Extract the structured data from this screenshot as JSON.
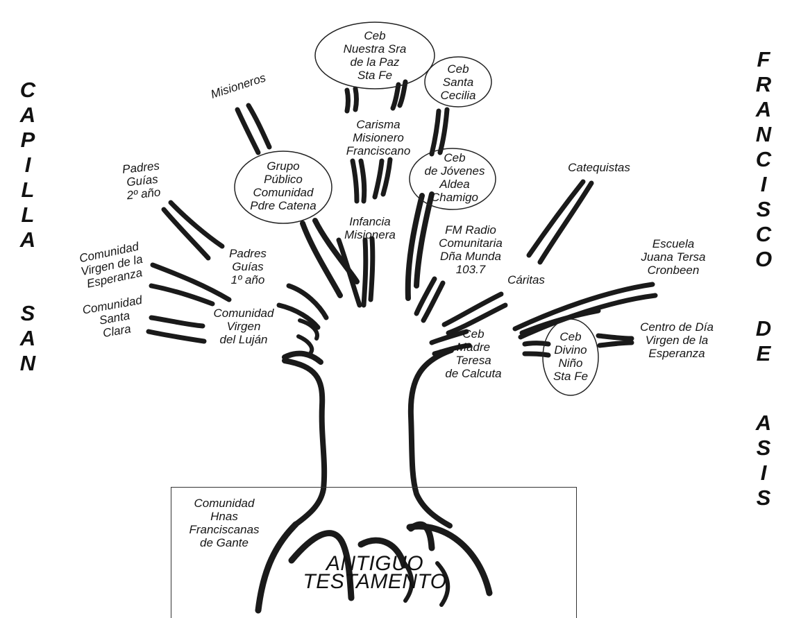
{
  "side_left": [
    "C",
    "A",
    "P",
    "I",
    "L",
    "L",
    "A",
    " ",
    "S",
    "A",
    "N"
  ],
  "side_right": [
    "F",
    "R",
    "A",
    "N",
    "C",
    "I",
    "S",
    "C",
    "O",
    " ",
    "D",
    "E",
    " ",
    "A",
    "S",
    "I",
    "S"
  ],
  "base": {
    "line1": "ANTIGUO",
    "line2": "TESTAMENTO"
  },
  "labels": {
    "ceb_nuestra_sra": [
      "Ceb",
      "Nuestra Sra",
      "de la Paz",
      "Sta Fe"
    ],
    "ceb_santa_cecilia": [
      "Ceb",
      "Santa",
      "Cecilia"
    ],
    "misioneros": [
      "Misioneros"
    ],
    "carisma": [
      "Carisma",
      "Misionero",
      "Franciscano"
    ],
    "ceb_jovenes": [
      "Ceb",
      "de Jóvenes",
      "Aldea",
      "Chamigo"
    ],
    "grupo_publico": [
      "Grupo",
      "Público",
      "Comunidad",
      "Pdre Catena"
    ],
    "padres_guias_2": [
      "Padres",
      "Guías",
      "2º año"
    ],
    "catequistas": [
      "Catequistas"
    ],
    "infancia": [
      "Infancia",
      "Misionera"
    ],
    "fm_radio": [
      "FM Radio",
      "Comunitaria",
      "Dña Munda",
      "103.7"
    ],
    "comunidad_esperanza": [
      "Comunidad",
      "Virgen de la",
      "Esperanza"
    ],
    "padres_guias_1": [
      "Padres",
      "Guías",
      "1º año"
    ],
    "escuela": [
      "Escuela",
      "Juana Tersa",
      "Cronbeen"
    ],
    "caritas": [
      "Cáritas"
    ],
    "comunidad_santa_clara": [
      "Comunidad",
      "Santa",
      "Clara"
    ],
    "comunidad_lujan": [
      "Comunidad",
      "Virgen",
      "del Luján"
    ],
    "centro_dia": [
      "Centro de Día",
      "Virgen de la",
      "Esperanza"
    ],
    "ceb_madre_teresa": [
      "Ceb",
      "Madre",
      "Teresa",
      "de Calcuta"
    ],
    "ceb_divino_nino": [
      "Ceb",
      "Divino",
      "Niño",
      "Sta Fe"
    ],
    "comunidad_hnas": [
      "Comunidad",
      "Hnas",
      "Franciscanas",
      "de Gante"
    ]
  }
}
